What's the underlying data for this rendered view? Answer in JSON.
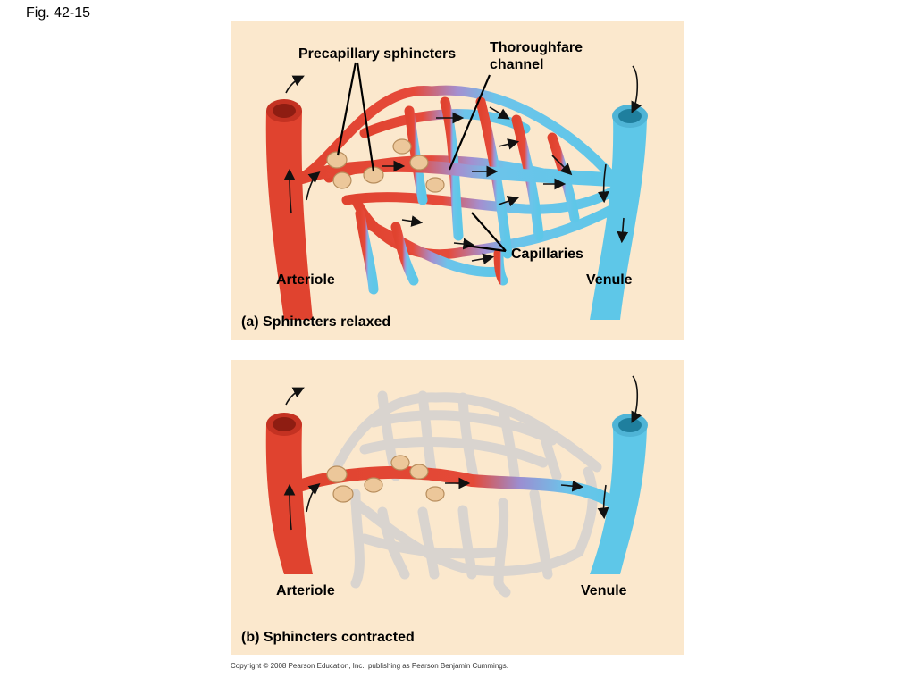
{
  "figure_label": "Fig. 42-15",
  "panel_a": {
    "labels": {
      "precapillary": "Precapillary sphincters",
      "thoroughfare": "Thoroughfare\nchannel",
      "capillaries": "Capillaries",
      "arteriole": "Arteriole",
      "venule": "Venule"
    },
    "caption": "(a) Sphincters relaxed",
    "sphincter_state": "relaxed"
  },
  "panel_b": {
    "labels": {
      "arteriole": "Arteriole",
      "venule": "Venule"
    },
    "caption": "(b) Sphincters contracted",
    "sphincter_state": "contracted"
  },
  "copyright": "Copyright © 2008 Pearson Education, Inc., publishing as Pearson Benjamin Cummings.",
  "colors": {
    "panel_bg": "#fbe8cd",
    "arteriole_red": "#e0432f",
    "venule_blue": "#5ec7e8",
    "capillary_gray": "#d9d4cf",
    "sphincter_tan": "#ecc79a"
  }
}
